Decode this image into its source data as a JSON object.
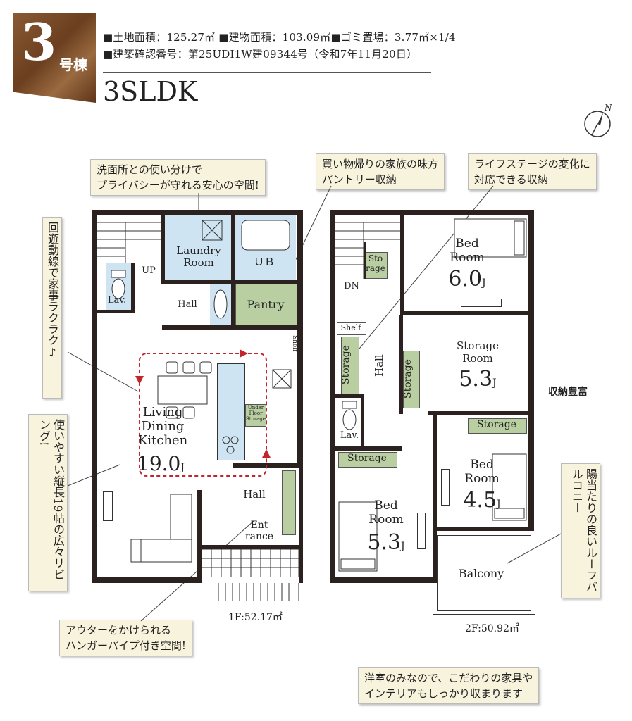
{
  "badge": {
    "number": "3",
    "suffix": "号棟"
  },
  "specs": {
    "line1": "■土地面積：125.27㎡ ■建物面積：103.09㎡■ゴミ置場：3.77㎡×1/4",
    "line2": "■建築確認番号：第25UDI1W建09344号（令和7年11月20日）"
  },
  "layout_type": "3SLDK",
  "north": "N",
  "notes": {
    "laundry": [
      "洗面所との使い分けで",
      "プライバシーが守れる安心の空間!"
    ],
    "pantry": [
      "買い物帰りの家族の味方",
      "パントリー収納"
    ],
    "lifestage": [
      "ライフステージの変化に",
      "対応できる収納"
    ],
    "loop": "回遊動線で家事ラクラク♪",
    "living": "使いやすい縦長19帖の広々リビング!",
    "outer": [
      "アウターをかけられる",
      "ハンガーパイプ付き空間!"
    ],
    "balcony": "陽当たりの良いルーフバルコニー",
    "bottom": [
      "洋室のみなので、こだわりの家具や",
      "インテリアもしっかり収まります"
    ],
    "storage_rich": "収納豊富"
  },
  "floor1": {
    "label": "1F:52.17㎡",
    "rooms": {
      "laundry": "Laundry Room",
      "ub": "ＵＢ",
      "lav": "Lav.",
      "up": "UP",
      "hall": "Hall",
      "pantry": "Pantry",
      "shelf": "Shelf",
      "ldk": [
        "Living",
        "Dining",
        "Kitchen"
      ],
      "ldk_size": "19.0",
      "unit": "J",
      "under_floor": "Under Floor Storage",
      "hall2": "Hall",
      "entrance": [
        "Ent",
        "rance"
      ]
    }
  },
  "floor2": {
    "label": "2F:50.92㎡",
    "rooms": {
      "dn": "DN",
      "storage_small": [
        "Sto",
        "rage"
      ],
      "shelf": "Shelf",
      "storage_v1": "Storage",
      "hall": "Hall",
      "storage_v2": "Storage",
      "lav": "Lav.",
      "bed1": [
        "Bed",
        "Room"
      ],
      "bed1_size": "6.0",
      "storage_room": [
        "Storage",
        "Room"
      ],
      "storage_room_size": "5.3",
      "storage_h": "Storage",
      "bed2": [
        "Bed",
        "Room"
      ],
      "bed2_size": "4.5",
      "storage_h2": "Storage",
      "bed3": [
        "Bed",
        "Room"
      ],
      "bed3_size": "5.3",
      "balcony": "Balcony",
      "unit": "J"
    }
  },
  "colors": {
    "wall": "#2b2220",
    "green": "#b9cfa2",
    "blue": "#cfe4f2",
    "note_bg": "#f7f3dc",
    "loop": "#c0272d"
  }
}
